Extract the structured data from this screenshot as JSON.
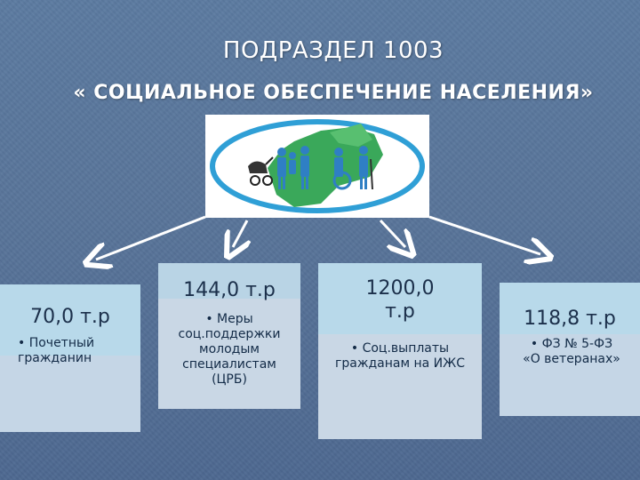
{
  "slide": {
    "title_line1": "ПОДРАЗДЕЛ 1003",
    "title_line2": "« СОЦИАЛЬНОЕ ОБЕСПЕЧЕНИЕ НАСЕЛЕНИЯ»"
  },
  "logo": {
    "icon": "social-protection-logo",
    "map_color": "#3aa85a",
    "ring_color": "#2f9fd6"
  },
  "cards": [
    {
      "amount": "70,0 т.р",
      "bullet": "• Почетный гражданин"
    },
    {
      "amount": "144,0 т.р",
      "bullet": "• Меры соц.поддержки молодым специалистам (ЦРБ)"
    },
    {
      "amount_line1": "1200,0",
      "amount_line2": "т.р",
      "bullet": "• Соц.выплаты гражданам на ИЖС"
    },
    {
      "amount": "118,8 т.р",
      "bullet_line1": "• ФЗ № 5-ФЗ",
      "bullet_line2": "«О ветеранах»"
    }
  ]
}
